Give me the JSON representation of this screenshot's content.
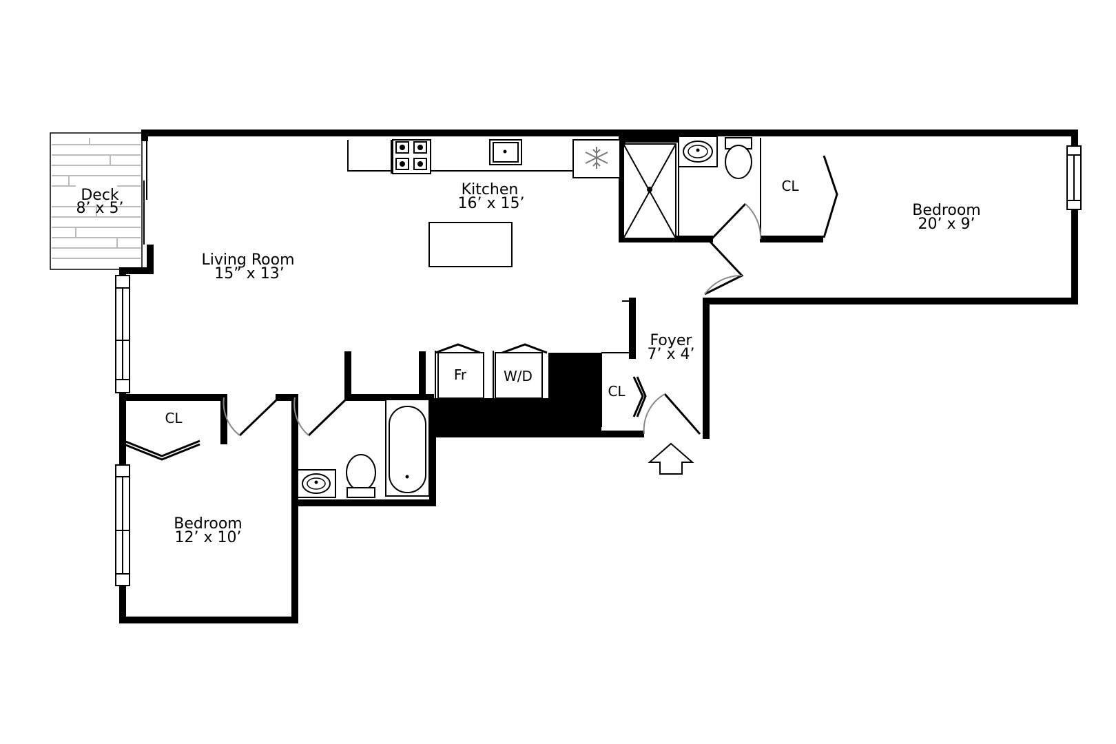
{
  "rooms": {
    "deck": {
      "name": "Deck",
      "dims": "8’ x 5’"
    },
    "kitchen": {
      "name": "Kitchen",
      "dims": "16’ x 15’"
    },
    "living_room": {
      "name": "Living Room",
      "dims": "15” x 13’"
    },
    "bedroom_east": {
      "name": "Bedroom",
      "dims": "20’ x 9’"
    },
    "bedroom_west": {
      "name": "Bedroom",
      "dims": "12’ x 10’"
    },
    "foyer": {
      "name": "Foyer",
      "dims": "7’ x 4’"
    }
  },
  "fixtures": {
    "closet_east": "CL",
    "closet_west": "CL",
    "closet_foyer": "CL",
    "fridge": "Fr",
    "washer_dryer": "W/D"
  },
  "icons": {
    "entrance": "arrow-up-icon",
    "freezer": "snowflake-icon"
  }
}
